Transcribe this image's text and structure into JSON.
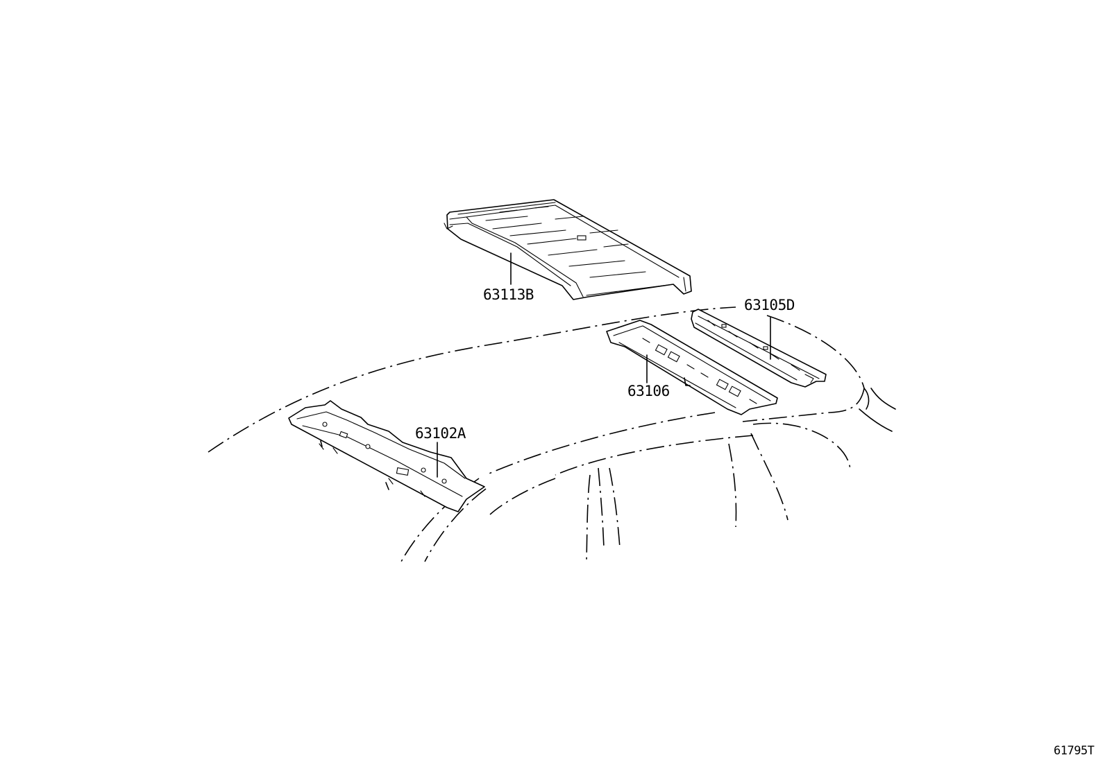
{
  "diagram": {
    "parts": [
      {
        "id": "p1",
        "label": "63113B"
      },
      {
        "id": "p2",
        "label": "63105D"
      },
      {
        "id": "p3",
        "label": "63106"
      },
      {
        "id": "p4",
        "label": "63102A"
      }
    ],
    "reference_code": "61795T"
  }
}
